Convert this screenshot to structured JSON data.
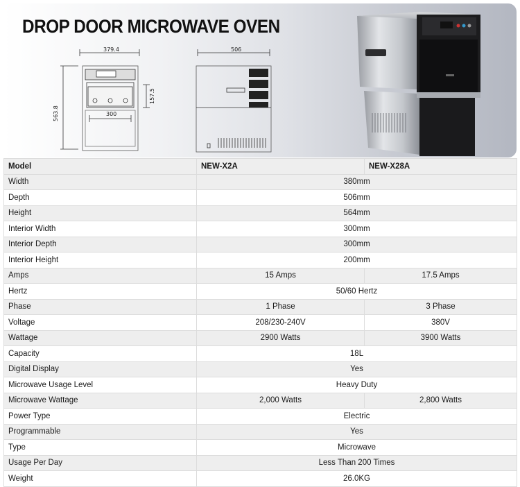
{
  "banner": {
    "title": "DROP DOOR MICROWAVE OVEN"
  },
  "drawings": {
    "front": {
      "width": "379.4",
      "height": "563.8",
      "inner_width": "300",
      "side": "157.5"
    },
    "side": {
      "width": "506"
    }
  },
  "table": {
    "headers": [
      "Model",
      "NEW-X2A",
      "NEW-X28A"
    ],
    "rows": [
      {
        "label": "Width",
        "value": "380mm"
      },
      {
        "label": "Depth",
        "value": "506mm"
      },
      {
        "label": "Height",
        "value": "564mm"
      },
      {
        "label": "Interior Width",
        "value": "300mm"
      },
      {
        "label": "Interior Depth",
        "value": "300mm"
      },
      {
        "label": "Interior Height",
        "value": "200mm"
      },
      {
        "label": "Amps",
        "v1": "15 Amps",
        "v2": "17.5 Amps"
      },
      {
        "label": "Hertz",
        "value": "50/60 Hertz"
      },
      {
        "label": "Phase",
        "v1": "1 Phase",
        "v2": "3 Phase"
      },
      {
        "label": "Voltage",
        "v1": "208/230-240V",
        "v2": "380V"
      },
      {
        "label": "Wattage",
        "v1": "2900 Watts",
        "v2": "3900 Watts"
      },
      {
        "label": "Capacity",
        "value": "18L"
      },
      {
        "label": "Digital Display",
        "value": "Yes"
      },
      {
        "label": "Microwave Usage Level",
        "value": "Heavy Duty"
      },
      {
        "label": "Microwave Wattage",
        "v1": "2,000 Watts",
        "v2": "2,800 Watts"
      },
      {
        "label": "Power Type",
        "value": "Electric"
      },
      {
        "label": "Programmable",
        "value": "Yes"
      },
      {
        "label": "Type",
        "value": "Microwave"
      },
      {
        "label": "Usage Per Day",
        "value": "Less Than 200 Times"
      },
      {
        "label": "Weight",
        "value": "26.0KG"
      }
    ]
  }
}
